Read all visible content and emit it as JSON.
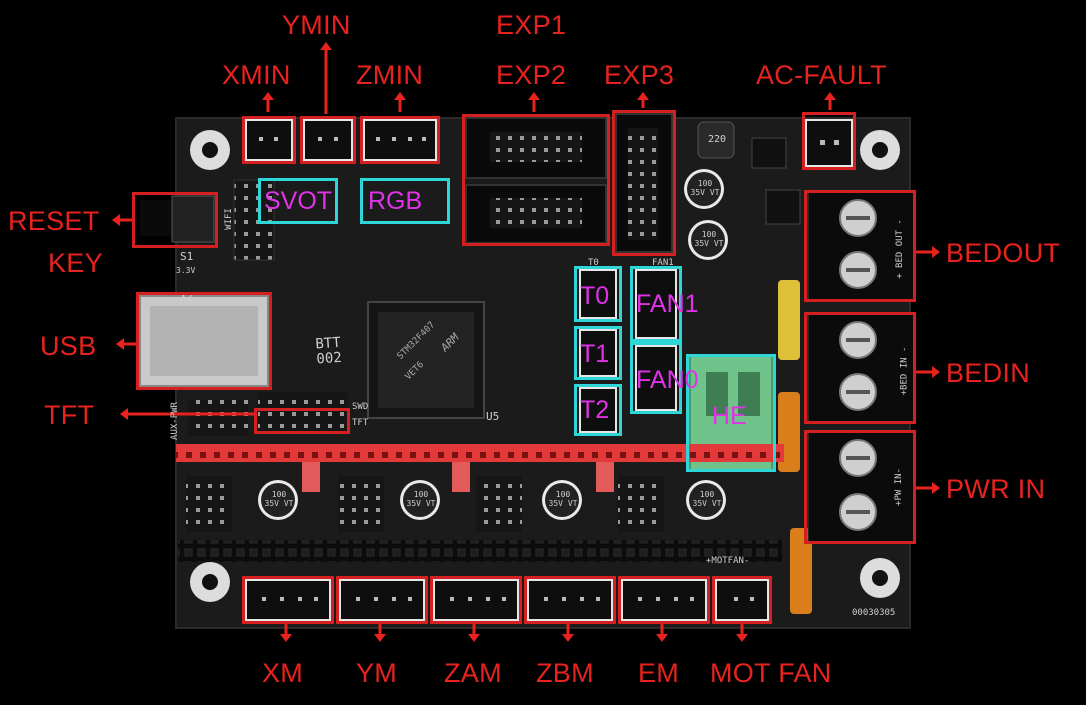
{
  "labels": {
    "ymin": "YMIN",
    "xmin": "XMIN",
    "zmin": "ZMIN",
    "exp1": "EXP1",
    "exp2": "EXP2",
    "exp3": "EXP3",
    "ac_fault": "AC-FAULT",
    "reset": "RESET",
    "key": "KEY",
    "usb": "USB",
    "tft": "TFT",
    "bedout": "BEDOUT",
    "bedin": "BEDIN",
    "pwr_in": "PWR IN",
    "xm": "XM",
    "ym": "YM",
    "zam": "ZAM",
    "zbm": "ZBM",
    "em": "EM",
    "mot_fan": "MOT FAN"
  },
  "on_board": {
    "svot": "SVOT",
    "rgb": "RGB",
    "t0": "T0",
    "t1": "T1",
    "t2": "T2",
    "fan1": "FAN1",
    "fan0": "FAN0",
    "he": "HE"
  },
  "silkscreen": {
    "board_name": "BTT 002",
    "mcu_line1": "STM32F407",
    "mcu_line2": "VET6",
    "mcu_brand": "ARM",
    "cap_text": "100 35V VT",
    "serial": "00030305",
    "wifi": "WIFI",
    "s1": "S1",
    "x2": "X2",
    "swd": "SWD",
    "tft": "TFT",
    "u5": "U5",
    "t0": "T0",
    "fan1": "FAN1",
    "motfan": "+MOTFAN-",
    "bed_out": "+ BED OUT -",
    "bed_in": "+BED IN -",
    "pwr_in": "+PW IN-",
    "aux_pwr": "AUX-PWR",
    "inductor": "220",
    "v33": "3.3V"
  },
  "colors": {
    "label": "#e8231f",
    "box_red": "#d42020",
    "box_cyan": "#2fd6d8",
    "text_magenta": "#e033e8",
    "board": "#1a1a1a",
    "header_red": "#e23a3a",
    "terminal_green": "#6fc28a",
    "fuse_orange": "#f08a1c",
    "fuse_yellow": "#f4d13c"
  }
}
